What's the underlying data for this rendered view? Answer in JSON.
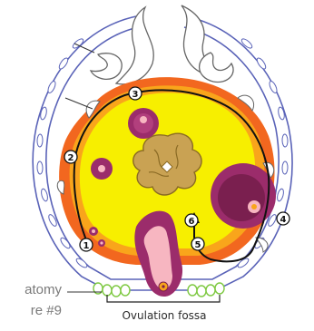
{
  "labels": {
    "fossa": "Ovulation fossa",
    "left_line_1": "atomy",
    "left_line_2": "re #9"
  },
  "stage_markers": [
    "1",
    "2",
    "3",
    "4",
    "5",
    "6"
  ],
  "colors": {
    "yellow_stroma": "#f7ef00",
    "orange_cortex": "#f2671f",
    "light_orange": "#f9a51b",
    "follicle_purple": "#9b2c6b",
    "oocyte_pink": "#f7b6c1",
    "medulla_tan": "#c9a253",
    "capsule_blue": "#5a63b8",
    "epithelium_green": "#7fc943"
  }
}
